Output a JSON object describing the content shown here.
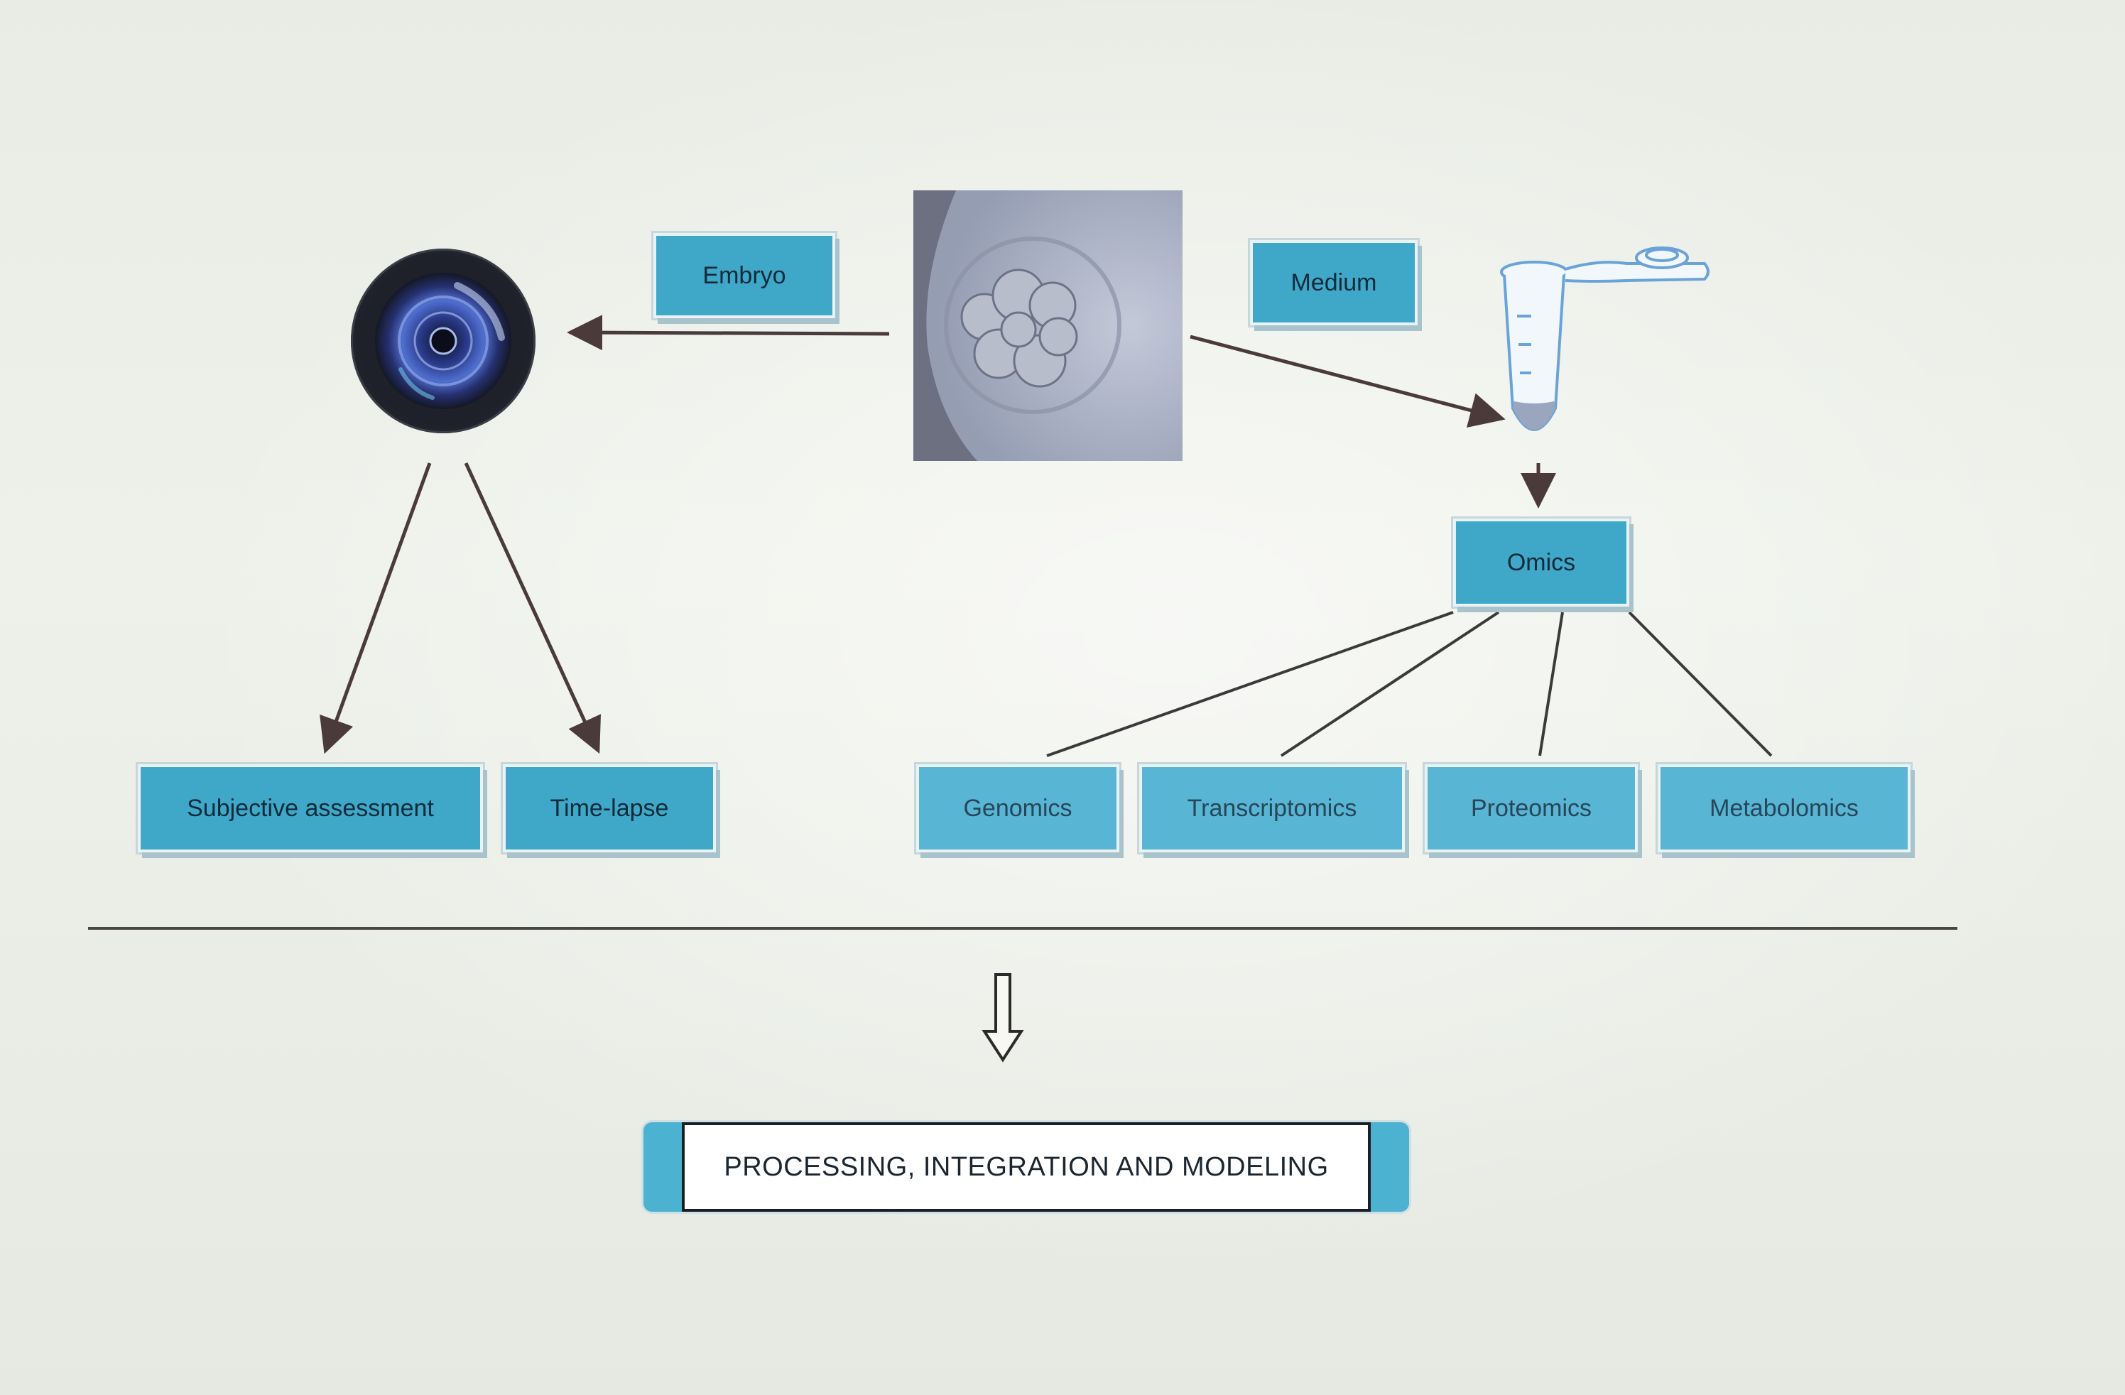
{
  "nodes": {
    "embryo": "Embryo",
    "medium": "Medium",
    "omics": "Omics",
    "subjective": "Subjective assessment",
    "timelapse": "Time-lapse",
    "genomics": "Genomics",
    "transcriptomics": "Transcriptomics",
    "proteomics": "Proteomics",
    "metabolomics": "Metabolomics",
    "processing": "PROCESSING, INTEGRATION AND MODELING"
  },
  "icons": {
    "camera": "camera-lens-icon",
    "microscopy": "embryo-microscopy-image",
    "tube": "microcentrifuge-tube-icon",
    "down_arrow": "hollow-down-arrow-icon"
  },
  "colors": {
    "box_fill": "#3fa8c9",
    "box_fill_light": "#58b5d3",
    "arrow": "#4a3a3a",
    "background": "#ebeee7"
  }
}
